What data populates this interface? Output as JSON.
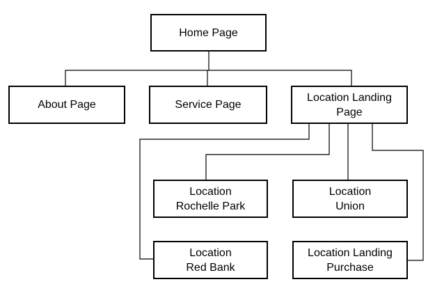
{
  "nodes": {
    "home": "Home Page",
    "about": "About Page",
    "service": "Service Page",
    "location_landing": "Location Landing\nPage",
    "rochelle_park": "Location\nRochelle Park",
    "union": "Location\nUnion",
    "red_bank": "Location\nRed Bank",
    "landing_purchase": "Location Landing\nPurchase"
  },
  "colors": {
    "stroke": "#000000",
    "background": "#ffffff"
  }
}
